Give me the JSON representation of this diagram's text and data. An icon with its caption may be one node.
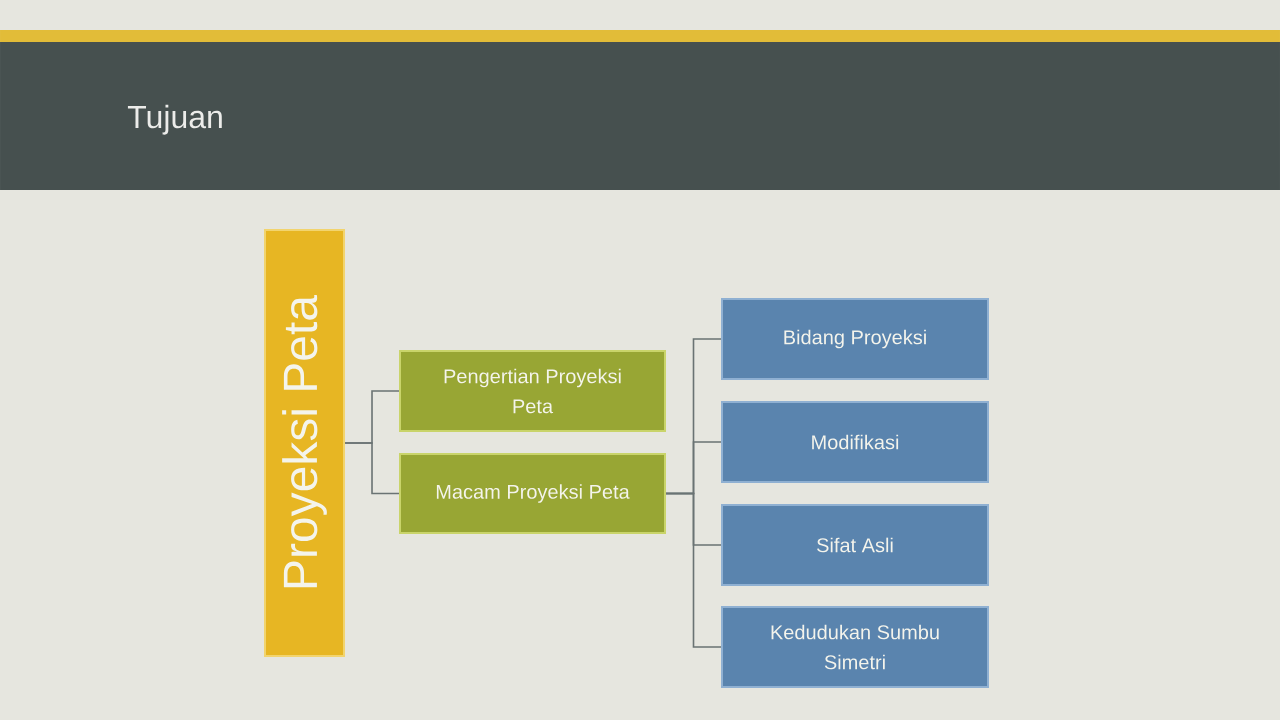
{
  "diagram": {
    "title": "Tujuan",
    "nodes": [
      {
        "text": [
          "Proyeksi Peta"
        ]
      },
      {
        "text": [
          "Pengertian Proyeksi Peta"
        ]
      },
      {
        "text": [
          "Macam Proyeksi Peta"
        ]
      },
      {
        "text": [
          "Bidang Proyeksi"
        ]
      },
      {
        "text": [
          "Modifikasi"
        ]
      },
      {
        "text": [
          "Sifat Asli"
        ]
      },
      {
        "text": [
          "Kedudukan Sumbu Simetri"
        ]
      }
    ],
    "edges": [
      {
        "from": 0,
        "to": 1,
        "arrow": "none"
      },
      {
        "from": 0,
        "to": 2,
        "arrow": "none"
      },
      {
        "from": 2,
        "to": 3,
        "arrow": "none"
      },
      {
        "from": 2,
        "to": 4,
        "arrow": "none"
      },
      {
        "from": 2,
        "to": 5,
        "arrow": "none"
      },
      {
        "from": 2,
        "to": 6,
        "arrow": "none"
      }
    ]
  }
}
